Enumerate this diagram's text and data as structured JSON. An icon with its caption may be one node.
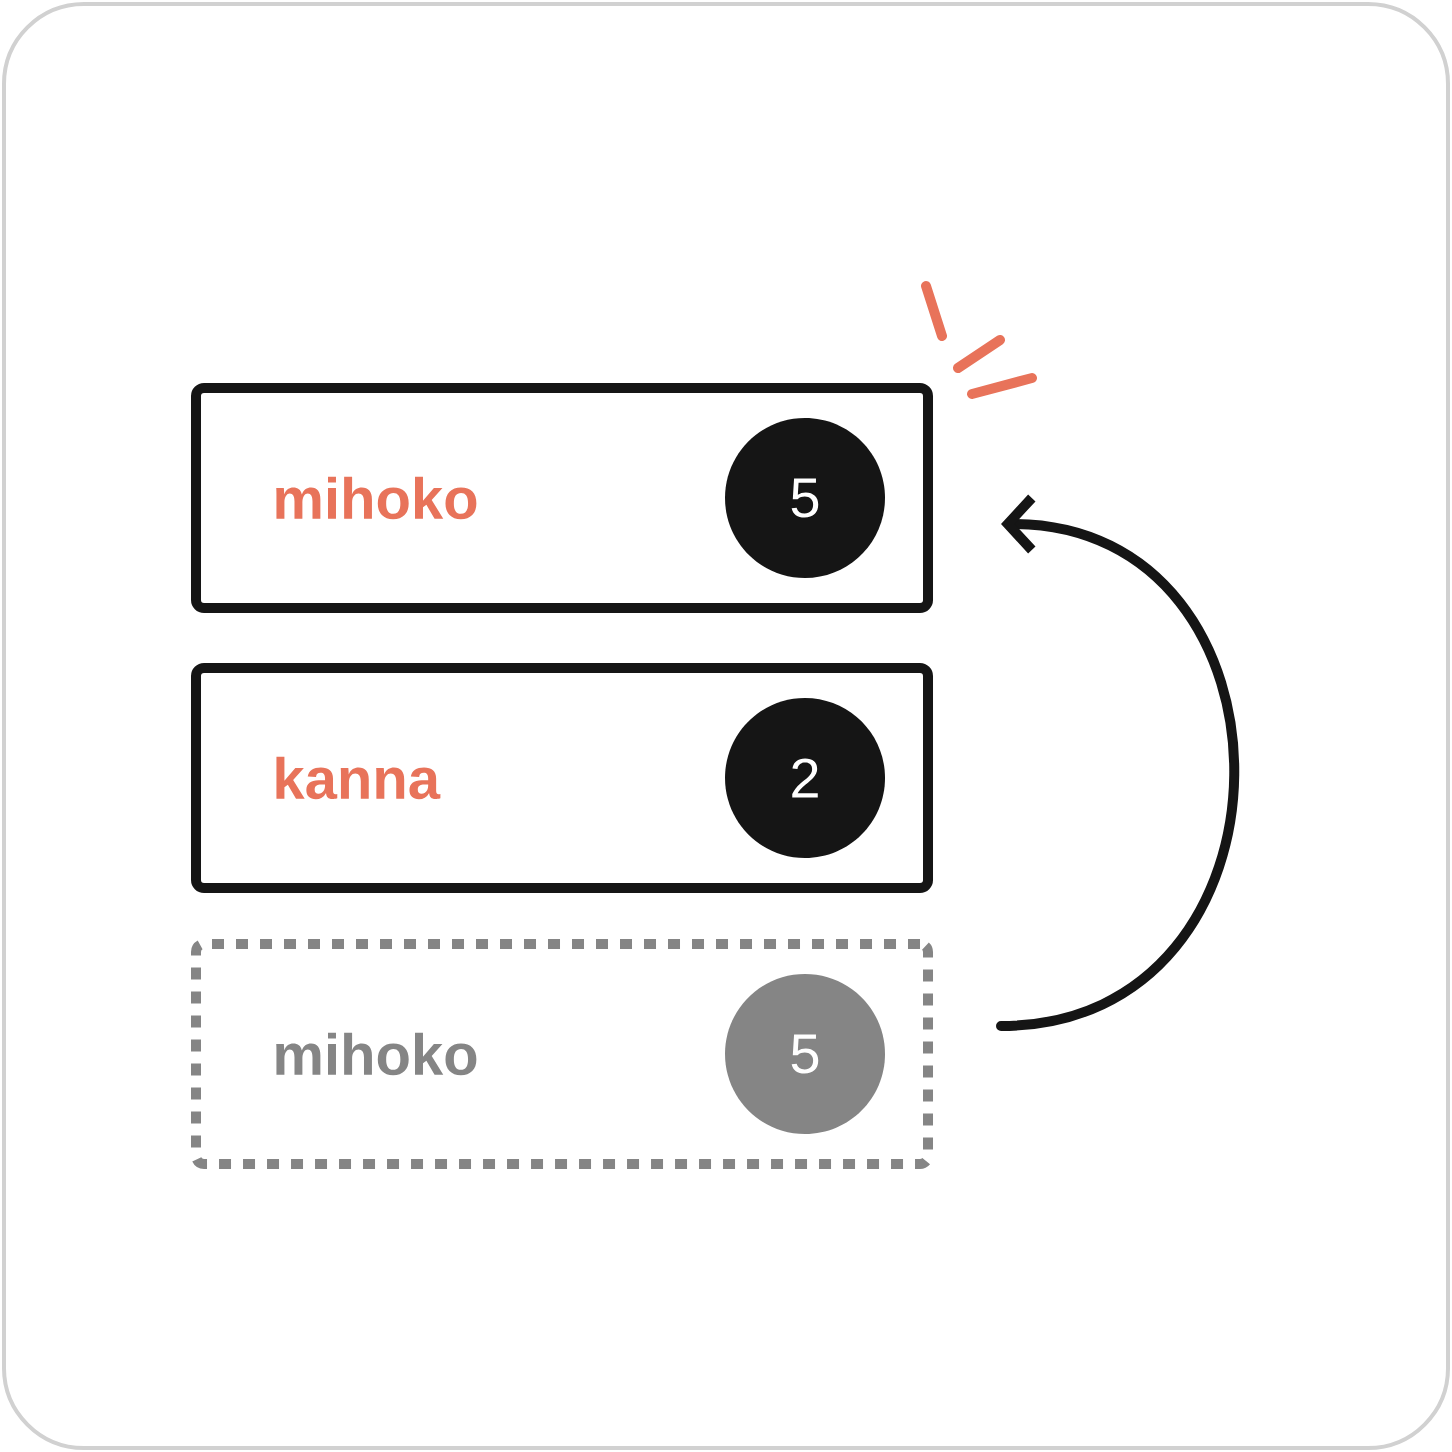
{
  "diagram": {
    "nodes": [
      {
        "text": [
          "mihoko"
        ]
      },
      {
        "text": [
          "5"
        ],
        "in": 0
      },
      {
        "text": [
          "kanna"
        ]
      },
      {
        "text": [
          "2"
        ],
        "in": 2
      },
      {
        "text": [
          "mihoko"
        ]
      },
      {
        "text": [
          "5"
        ],
        "in": 4
      }
    ],
    "edges": [
      {
        "from": 4,
        "to": 0,
        "arrow": "to"
      }
    ]
  }
}
